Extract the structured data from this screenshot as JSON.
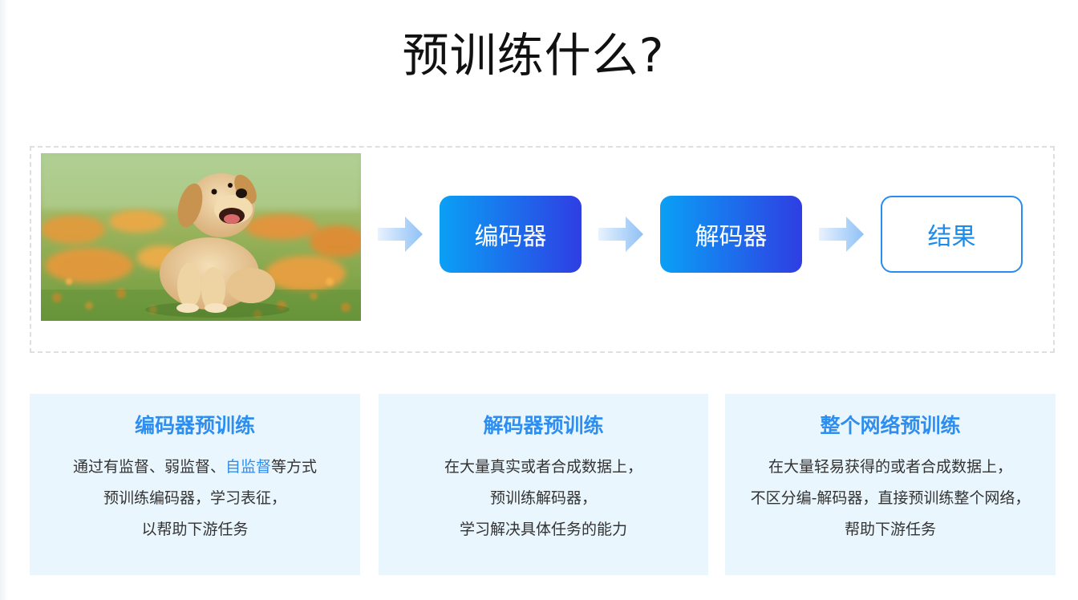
{
  "title": "预训练什么?",
  "flow": {
    "encoder_label": "编码器",
    "decoder_label": "解码器",
    "result_label": "结果",
    "colors": {
      "box_gradient_start": "#0aa0f5",
      "box_gradient_end": "#2f3ee3",
      "arrow": "#9ccaf8",
      "result_text": "#1f8be8"
    },
    "image_icon": "golden-puppy-photo"
  },
  "cards": [
    {
      "title": "编码器预训练",
      "line1_pre": "通过有监督、弱监督、",
      "line1_hl": "自监督",
      "line1_post": "等方式",
      "line2": "预训练编码器，学习表征，",
      "line3": "以帮助下游任务"
    },
    {
      "title": "解码器预训练",
      "line1": "在大量真实或者合成数据上，",
      "line2": "预训练解码器，",
      "line3": "学习解决具体任务的能力"
    },
    {
      "title": "整个网络预训练",
      "line1": "在大量轻易获得的或者合成数据上，",
      "line2": "不区分编-解码器，直接预训练整个网络，",
      "line3": "帮助下游任务"
    }
  ],
  "theme": {
    "card_bg": "#eaf6fd",
    "accent": "#2d8ef0",
    "body_text": "#333333"
  }
}
